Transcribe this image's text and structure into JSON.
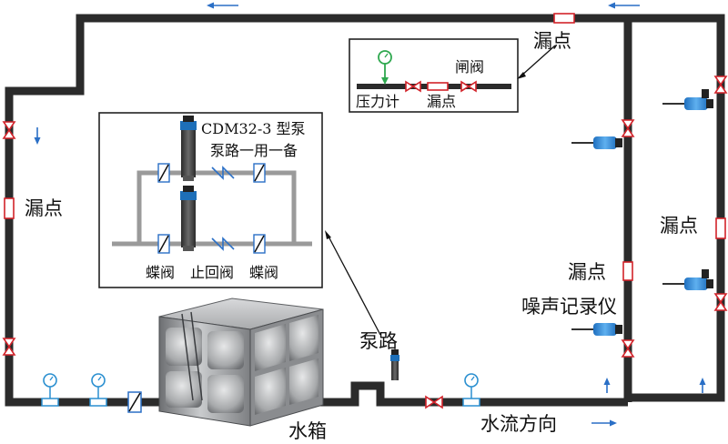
{
  "labels": {
    "leak_top": "漏点",
    "leak_left": "漏点",
    "leak_right": "漏点",
    "leak_mid": "漏点",
    "pressure_gauge": "压力计",
    "leak_inset": "漏点",
    "gate_valve": "闸阀",
    "pump_model": "CDM32-3 型泵",
    "pump_config": "泵路一用一备",
    "butterfly_valve_1": "蝶阀",
    "check_valve": "止回阀",
    "butterfly_valve_2": "蝶阀",
    "pump_route": "泵路",
    "noise_logger": "噪声记录仪",
    "water_tank": "水箱",
    "flow_direction": "水流方向"
  },
  "colors": {
    "pipe": "#2b2b2b",
    "leak_marker": "#d2232a",
    "flow_arrow": "#2a6fc6",
    "gauge": "#2a8fd0",
    "logger_body": "#3a8fd8",
    "pump_body": "#1e6fb8",
    "green_gauge": "#2fa84f"
  },
  "icons": [
    "pressure-gauge-icon",
    "gate-valve-icon",
    "butterfly-valve-icon",
    "check-valve-icon",
    "noise-logger-icon",
    "pump-icon",
    "water-tank-icon"
  ]
}
